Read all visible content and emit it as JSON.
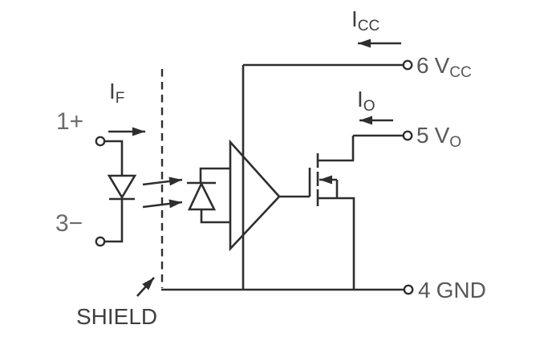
{
  "colors": {
    "background": "#ffffff",
    "line": "#2e2e2e",
    "current_label_text": "#3f3f3f",
    "pin_label_text": "#585858",
    "input_terminal_text": "#6b6b6b"
  },
  "input_side": {
    "pin1_label": "1+",
    "pin3_label": "3−",
    "forward_current": {
      "main": "I",
      "sub": "F"
    }
  },
  "shield": {
    "label": "SHIELD"
  },
  "output_side": {
    "supply_current": {
      "main": "I",
      "sub": "CC"
    },
    "output_current": {
      "main": "I",
      "sub": "O"
    },
    "pin_vcc": {
      "number": "6",
      "name": "V",
      "sub": "CC"
    },
    "pin_vo": {
      "number": "5",
      "name": "V",
      "sub": "O"
    },
    "pin_gnd": {
      "number": "4",
      "name": "GND",
      "sub": ""
    }
  }
}
